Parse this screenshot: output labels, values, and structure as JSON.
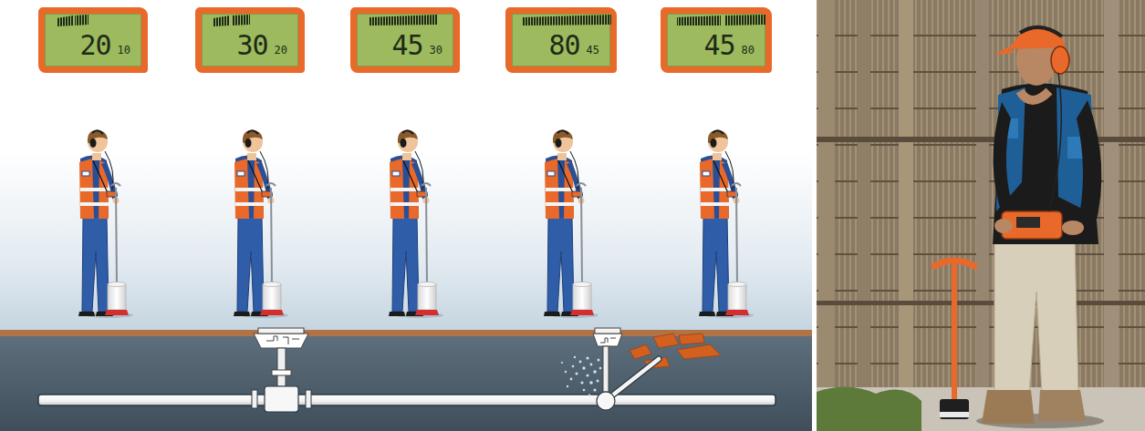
{
  "diagram": {
    "nodes": [
      {
        "text": [
          "20",
          "10"
        ]
      },
      {
        "text": [
          "30",
          "20"
        ]
      },
      {
        "text": [
          "45",
          "30"
        ]
      },
      {
        "text": [
          "80",
          "45"
        ]
      },
      {
        "text": [
          "45",
          "80"
        ]
      }
    ]
  }
}
